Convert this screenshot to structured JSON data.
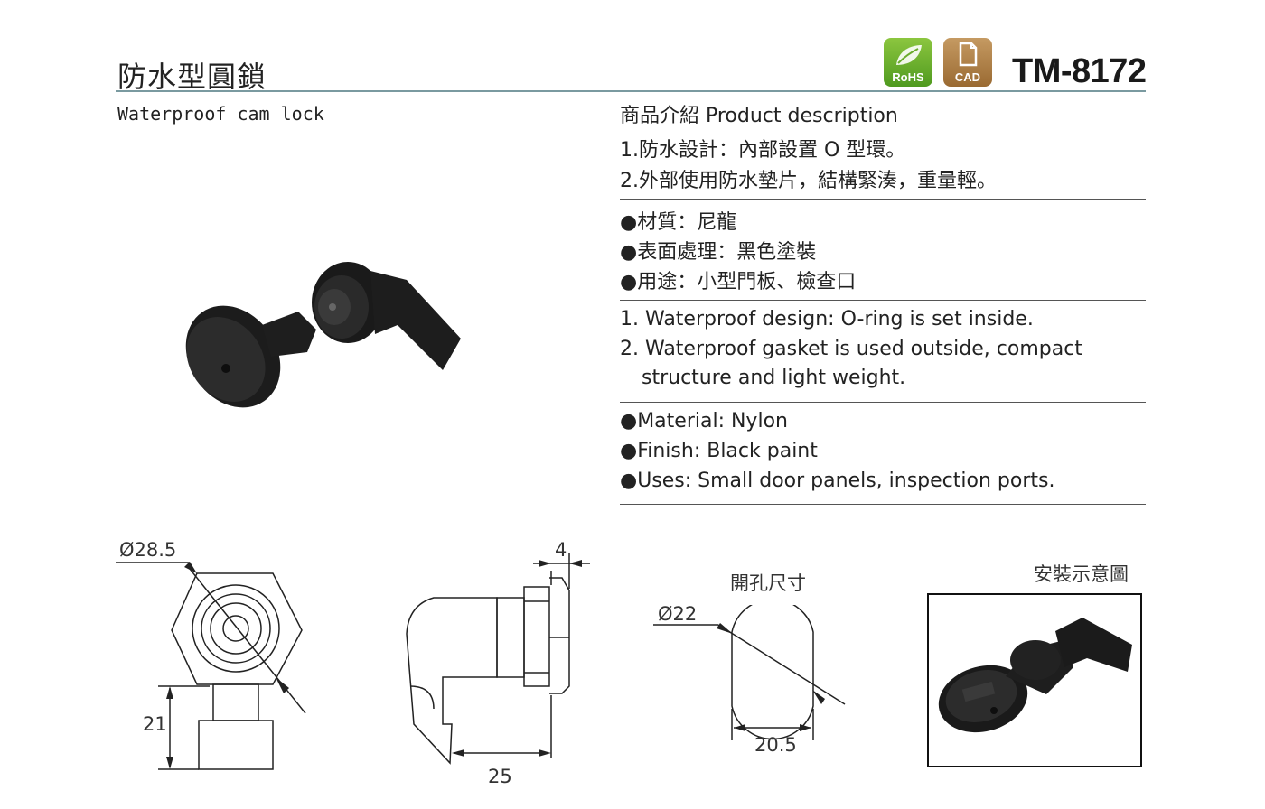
{
  "header": {
    "title_zh": "防水型圓鎖",
    "subtitle_en": "Waterproof cam lock",
    "model": "TM-8172",
    "badges": {
      "rohs": "RoHS",
      "cad": "CAD"
    }
  },
  "description": {
    "heading": "商品介紹 Product description",
    "zh_points": [
      "1.防水設計：內部設置 O 型環。",
      "2.外部使用防水墊片，結構緊湊，重量輕。"
    ],
    "zh_specs": [
      "●材質：尼龍",
      "●表面處理：黑色塗裝",
      "●用途：小型門板、檢查口"
    ],
    "en_points": [
      "1. Waterproof design: O-ring is set inside.",
      "2. Waterproof gasket is used outside, compact",
      "structure and light weight."
    ],
    "en_specs": [
      "●Material: Nylon",
      "●Finish: Black paint",
      "●Uses: Small door panels, inspection ports."
    ]
  },
  "drawings": {
    "front": {
      "diameter": "Ø28.5",
      "height": "21"
    },
    "side": {
      "thickness": "4",
      "length": "25"
    },
    "hole": {
      "caption": "開孔尺寸",
      "diameter": "Ø22",
      "width": "20.5"
    },
    "install": {
      "caption": "安裝示意圖"
    }
  }
}
